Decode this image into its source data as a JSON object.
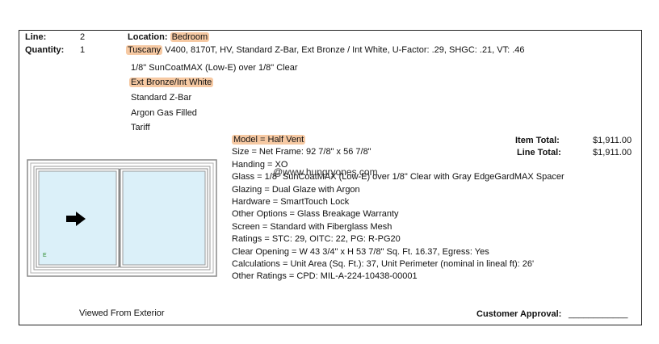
{
  "header": {
    "line_label": "Line:",
    "line_value": "2",
    "quantity_label": "Quantity:",
    "quantity_value": "1",
    "location_label": "Location:",
    "location_value": "Bedroom",
    "product_name": "Tuscany",
    "product_desc": "V400, 8170T, HV, Standard Z-Bar, Ext Bronze / Int White, U-Factor: .29, SHGC: .21, VT: .46"
  },
  "options": [
    "1/8\" SunCoatMAX (Low-E)  over 1/8\" Clear",
    "Ext Bronze/Int White",
    "Standard Z-Bar",
    "Argon Gas Filled",
    "Tariff"
  ],
  "specs": [
    "Model = Half Vent",
    "Size = Net Frame: 92 7/8\" x 56 7/8\"",
    "Handing = XO",
    "Glass = 1/8\" SunCoatMAX (Low-E) over 1/8\" Clear with Gray EdgeGardMAX Spacer",
    "Glazing = Dual Glaze with Argon",
    "Hardware = SmartTouch Lock",
    "Other Options = Glass Breakage Warranty",
    "Screen = Standard with Fiberglass Mesh",
    "Ratings = STC: 29, OITC: 22, PG: R-PG20",
    "Clear Opening = W 43 3/4\" x H 53 7/8\" Sq. Ft. 16.37, Egress: Yes",
    "Calculations = Unit Area (Sq. Ft.): 37, Unit Perimeter (nominal in lineal ft): 26'",
    "Other Ratings = CPD: MIL-A-224-10438-00001"
  ],
  "totals": {
    "item_total_label": "Item Total:",
    "item_total_value": "$1,911.00",
    "line_total_label": "Line Total:",
    "line_total_value": "$1,911.00"
  },
  "diagram": {
    "arrow_icon": "right-arrow-icon",
    "egress_mark": "E",
    "caption": "Viewed From Exterior"
  },
  "footer": {
    "approval_label": "Customer Approval:",
    "approval_line": "____________"
  },
  "watermark": "@www.hungryones.com",
  "colors": {
    "highlight": "#f6c9a3",
    "glass": "#dbf0f9",
    "frame": "#9a9a9a"
  }
}
